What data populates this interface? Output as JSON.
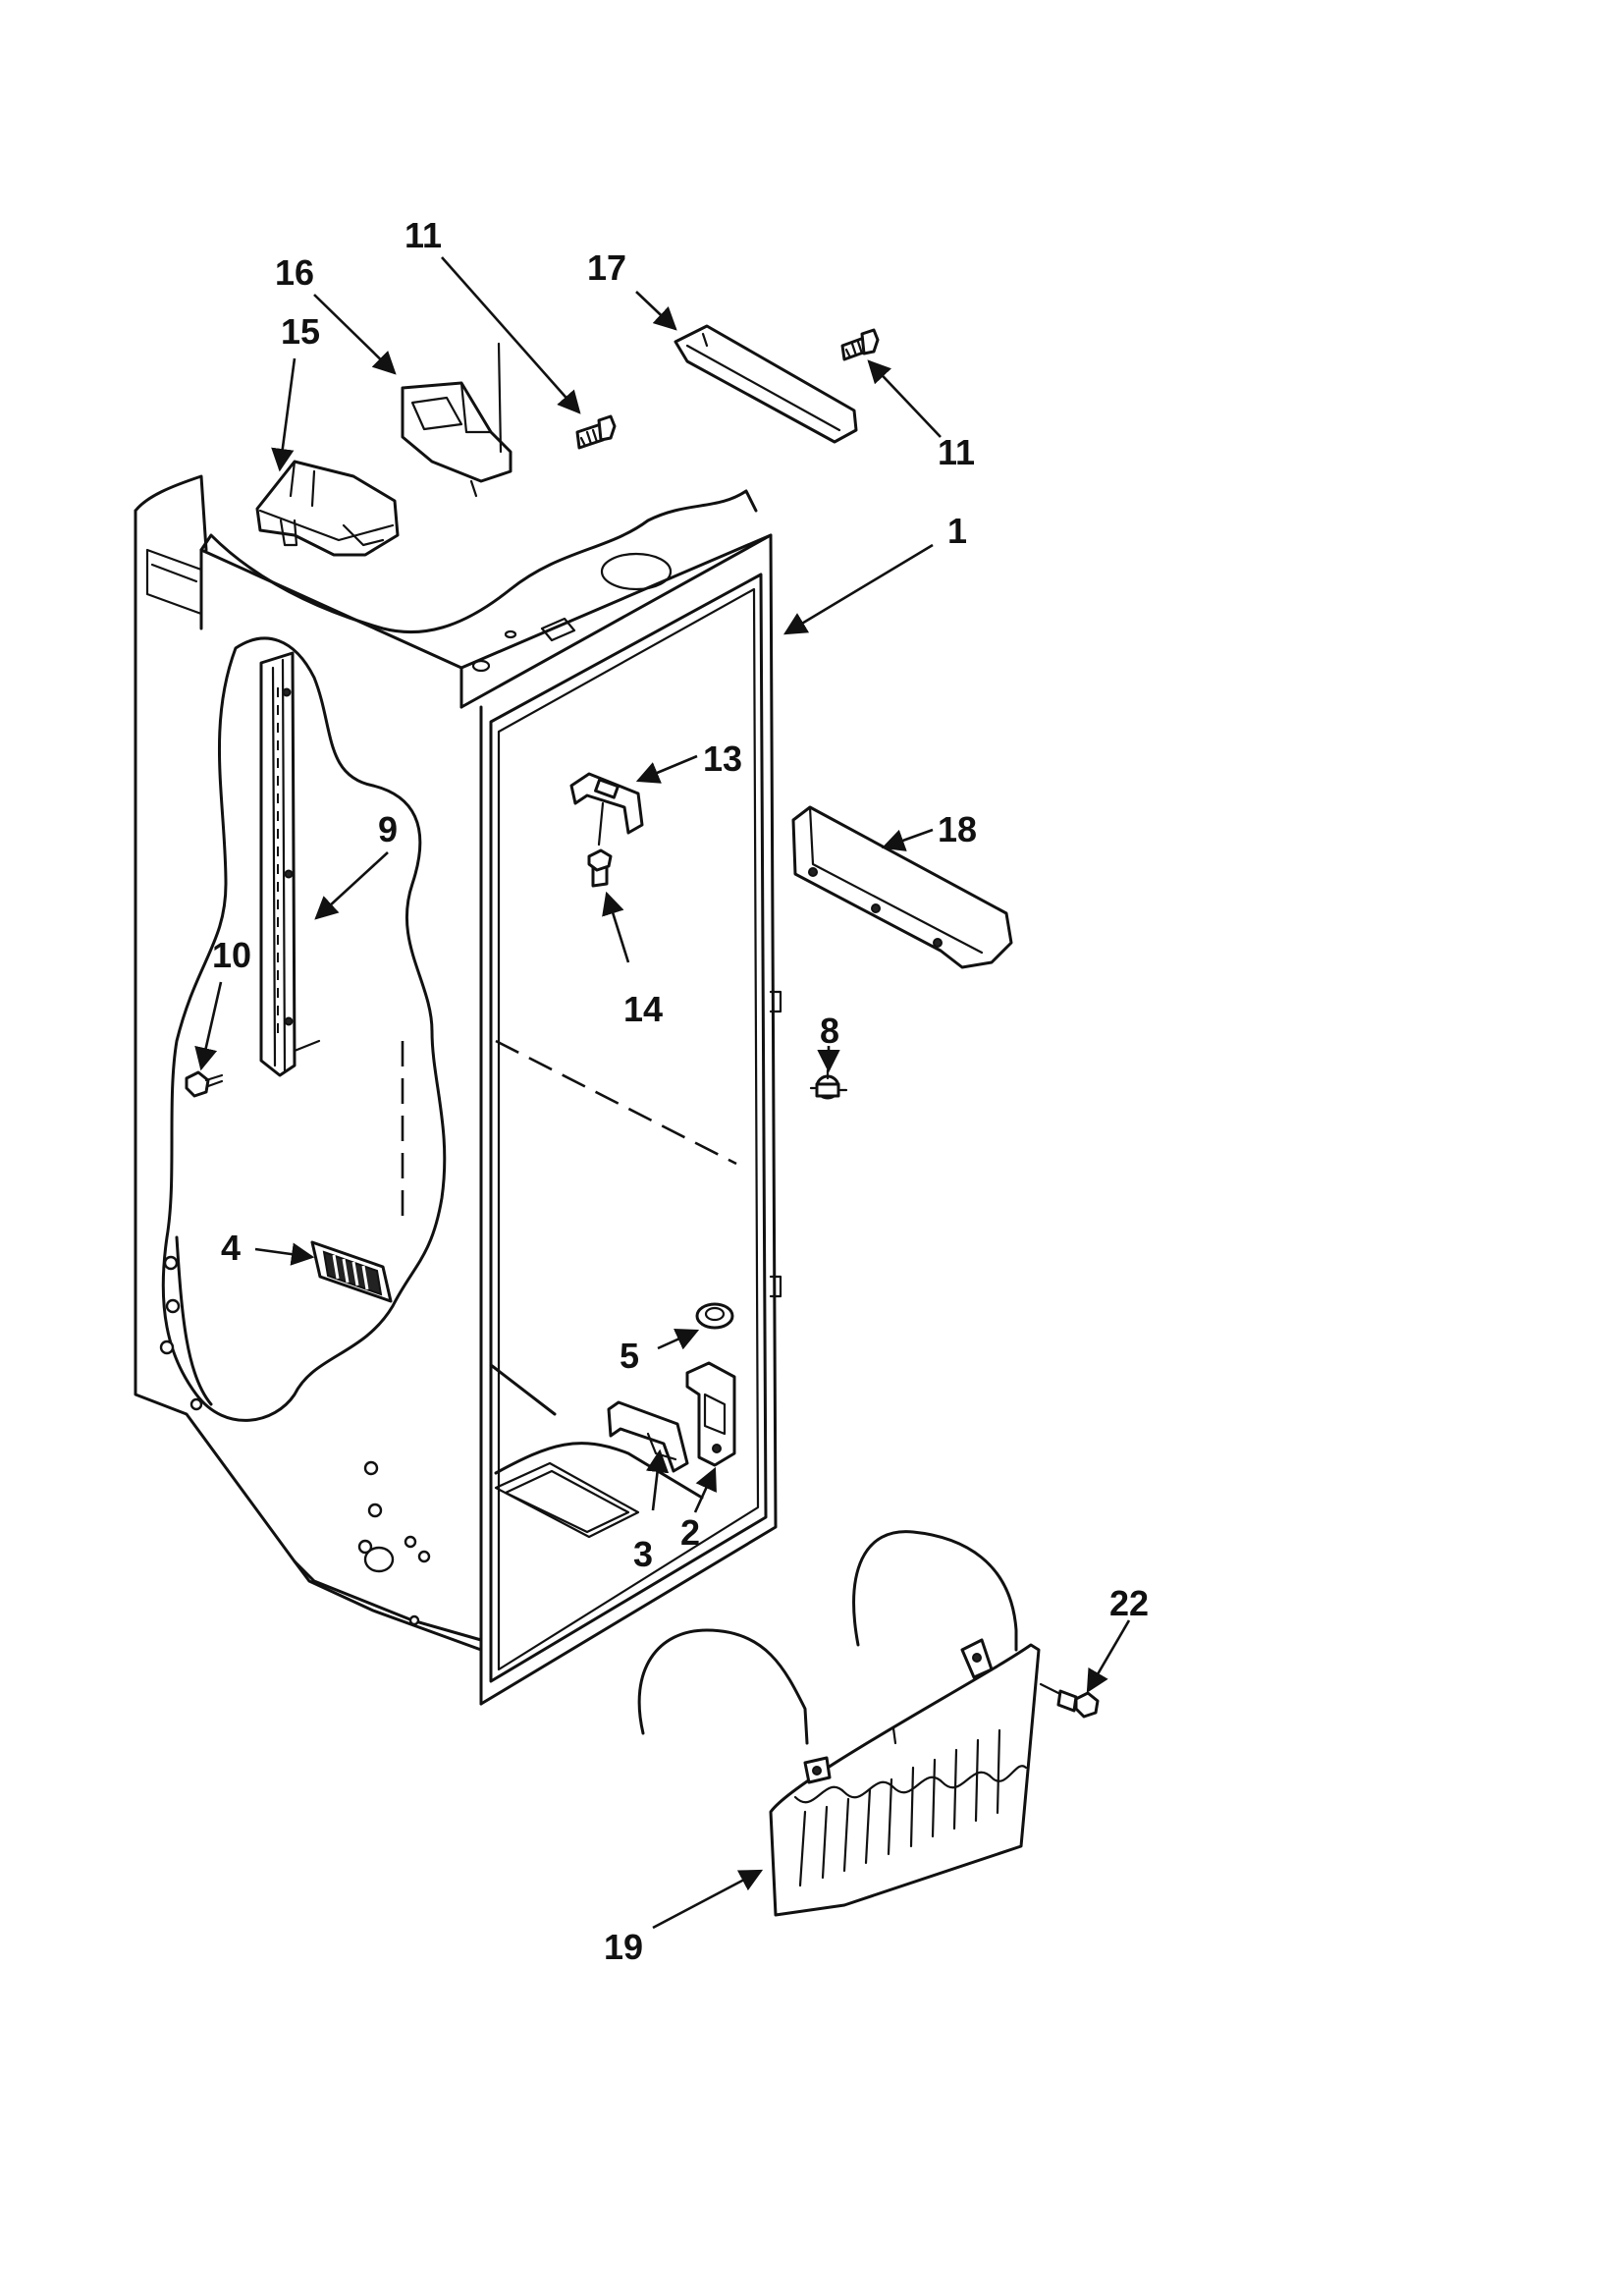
{
  "callouts": [
    {
      "id": "c1",
      "label": "1"
    },
    {
      "id": "c2",
      "label": "2"
    },
    {
      "id": "c3",
      "label": "3"
    },
    {
      "id": "c4",
      "label": "4"
    },
    {
      "id": "c5",
      "label": "5"
    },
    {
      "id": "c8",
      "label": "8"
    },
    {
      "id": "c9",
      "label": "9"
    },
    {
      "id": "c10",
      "label": "10"
    },
    {
      "id": "c11a",
      "label": "11"
    },
    {
      "id": "c11b",
      "label": "11"
    },
    {
      "id": "c13",
      "label": "13"
    },
    {
      "id": "c14",
      "label": "14"
    },
    {
      "id": "c15",
      "label": "15"
    },
    {
      "id": "c16",
      "label": "16"
    },
    {
      "id": "c17",
      "label": "17"
    },
    {
      "id": "c18",
      "label": "18"
    },
    {
      "id": "c19",
      "label": "19"
    },
    {
      "id": "c22",
      "label": "22"
    }
  ]
}
